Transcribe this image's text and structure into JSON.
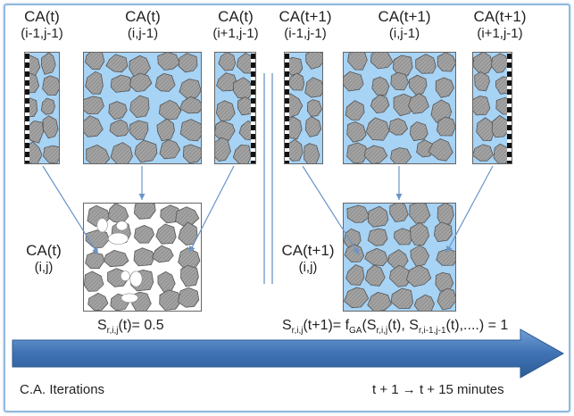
{
  "labels": {
    "t_left": {
      "line1": "CA(t)",
      "line2": "(i-1,j-1)"
    },
    "t_mid": {
      "line1": "CA(t)",
      "line2": "(i,j-1)"
    },
    "t_right": {
      "line1": "CA(t)",
      "line2": "(i+1,j-1)"
    },
    "t1_left": {
      "line1": "CA(t+1)",
      "line2": "(i-1,j-1)"
    },
    "t1_mid": {
      "line1": "CA(t+1)",
      "line2": "(i,j-1)"
    },
    "t1_right": {
      "line1": "CA(t+1)",
      "line2": "(i+1,j-1)"
    },
    "t_center": {
      "line1": "CA(t)",
      "line2": "(i,j)"
    },
    "t1_center": {
      "line1": "CA(t+1)",
      "line2": "(i,j)"
    }
  },
  "formula_left": {
    "s": "S",
    "sub": "r,i,j",
    "rest": "(t)= 0.5"
  },
  "formula_right": {
    "s": "S",
    "sub1": "r,i,j",
    "part1": "(t+1)= f",
    "sub2": "GA",
    "part2": "(S",
    "sub3": "r,i,j",
    "part3": "(t), S",
    "sub4": "r,i-1,j-1",
    "part4": "(t),....) = 1"
  },
  "bottom": {
    "left": "C.A. Iterations",
    "right": "t + 1 → t + 15 minutes"
  },
  "colors": {
    "frame": "#8fb8dd",
    "arrow": "#4a7ec0",
    "water": "#a7d3f5",
    "stone": "#9a9a9a",
    "connector": "#6a95c8"
  }
}
